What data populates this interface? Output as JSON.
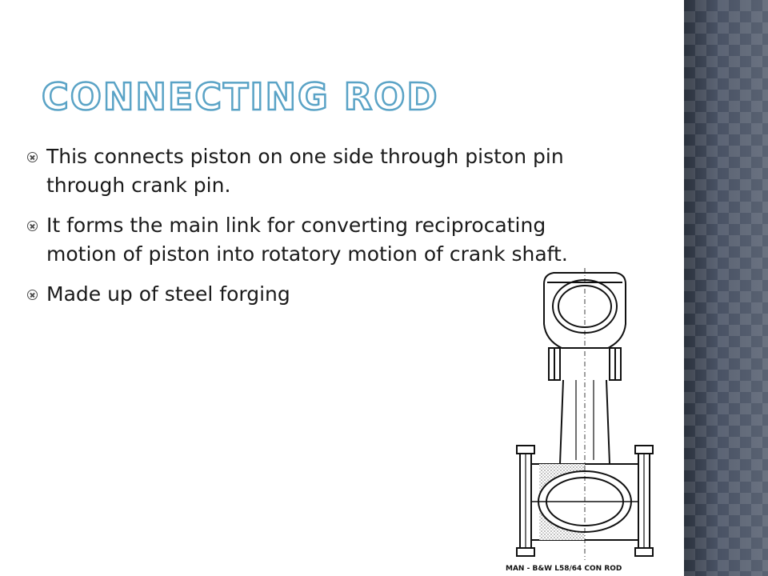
{
  "slide": {
    "title": "Connecting Rod",
    "bullets": [
      "This connects piston on one side through piston pin through crank pin.",
      "It forms the main link for converting reciprocating motion of piston into rotatory motion of crank shaft.",
      "Made up of steel forging"
    ],
    "figure": {
      "icon": "connecting-rod-drawing",
      "caption": "MAN - B&W L58/64 CON ROD"
    }
  },
  "colors": {
    "title_outline": "#5aa3c6",
    "side_band": "#4b5363",
    "text": "#1a1a1a"
  }
}
